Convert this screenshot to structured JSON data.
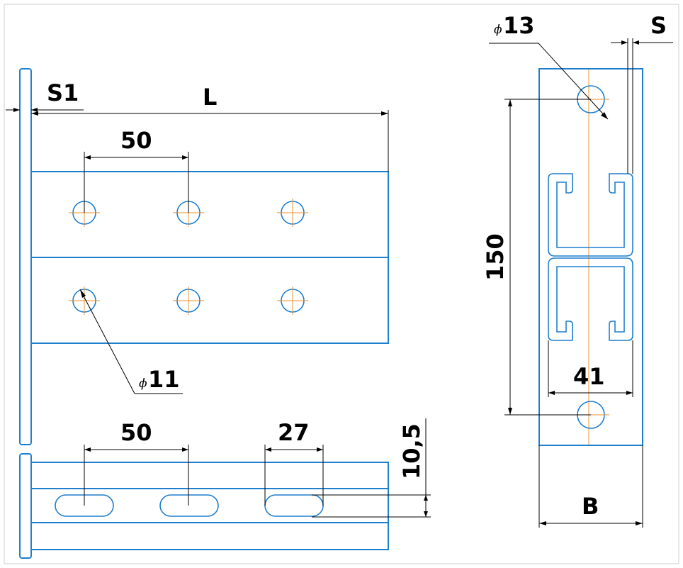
{
  "drawing": {
    "colors": {
      "part": "#1f7fcf",
      "dimension": "#000000",
      "centerline": "#e8902a",
      "border": "#cfcfcf"
    },
    "labels": {
      "S1": "S1",
      "L": "L",
      "pitch_top": "50",
      "hole_dia_11": "11",
      "pitch_bottom": "50",
      "slot_len": "27",
      "slot_width": "10,5",
      "hole_dia_13": "13",
      "S": "S",
      "height_150": "150",
      "width_41": "41",
      "B": "B",
      "phi": "ϕ"
    }
  }
}
